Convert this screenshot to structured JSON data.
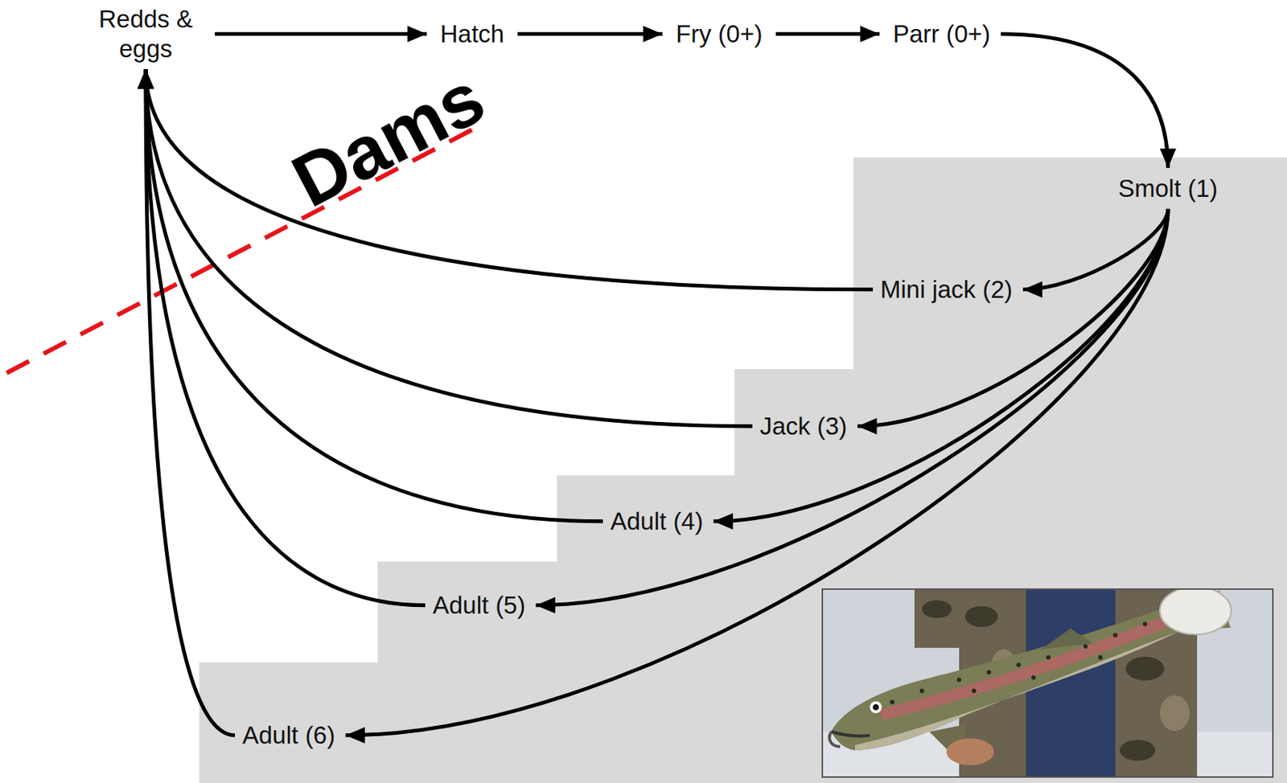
{
  "diagram": {
    "nodes": [
      {
        "text": [
          "Redds & eggs"
        ]
      },
      {
        "text": [
          "Hatch"
        ]
      },
      {
        "text": [
          "Fry (0+)"
        ]
      },
      {
        "text": [
          "Parr (0+)"
        ]
      },
      {
        "text": [
          "Smolt (1)"
        ]
      },
      {
        "text": [
          "Mini jack (2)"
        ]
      },
      {
        "text": [
          "Jack (3)"
        ]
      },
      {
        "text": [
          "Adult (4)"
        ]
      },
      {
        "text": [
          "Adult (5)"
        ]
      },
      {
        "text": [
          "Adult (6)"
        ]
      }
    ],
    "edges": [
      {
        "from": 0,
        "to": 1,
        "arrow": "to"
      },
      {
        "from": 1,
        "to": 2,
        "arrow": "to"
      },
      {
        "from": 2,
        "to": 3,
        "arrow": "to"
      },
      {
        "from": 3,
        "to": 4,
        "arrow": "to"
      },
      {
        "from": 4,
        "to": 5,
        "arrow": "to"
      },
      {
        "from": 4,
        "to": 6,
        "arrow": "to"
      },
      {
        "from": 4,
        "to": 7,
        "arrow": "to"
      },
      {
        "from": 4,
        "to": 8,
        "arrow": "to"
      },
      {
        "from": 4,
        "to": 9,
        "arrow": "to"
      },
      {
        "from": 5,
        "to": 0,
        "arrow": "to"
      },
      {
        "from": 6,
        "to": 0,
        "arrow": "to"
      },
      {
        "from": 7,
        "to": 0,
        "arrow": "to"
      },
      {
        "from": 8,
        "to": 0,
        "arrow": "to"
      },
      {
        "from": 9,
        "to": 0,
        "arrow": "to"
      }
    ],
    "labels": [
      "Dams"
    ]
  }
}
